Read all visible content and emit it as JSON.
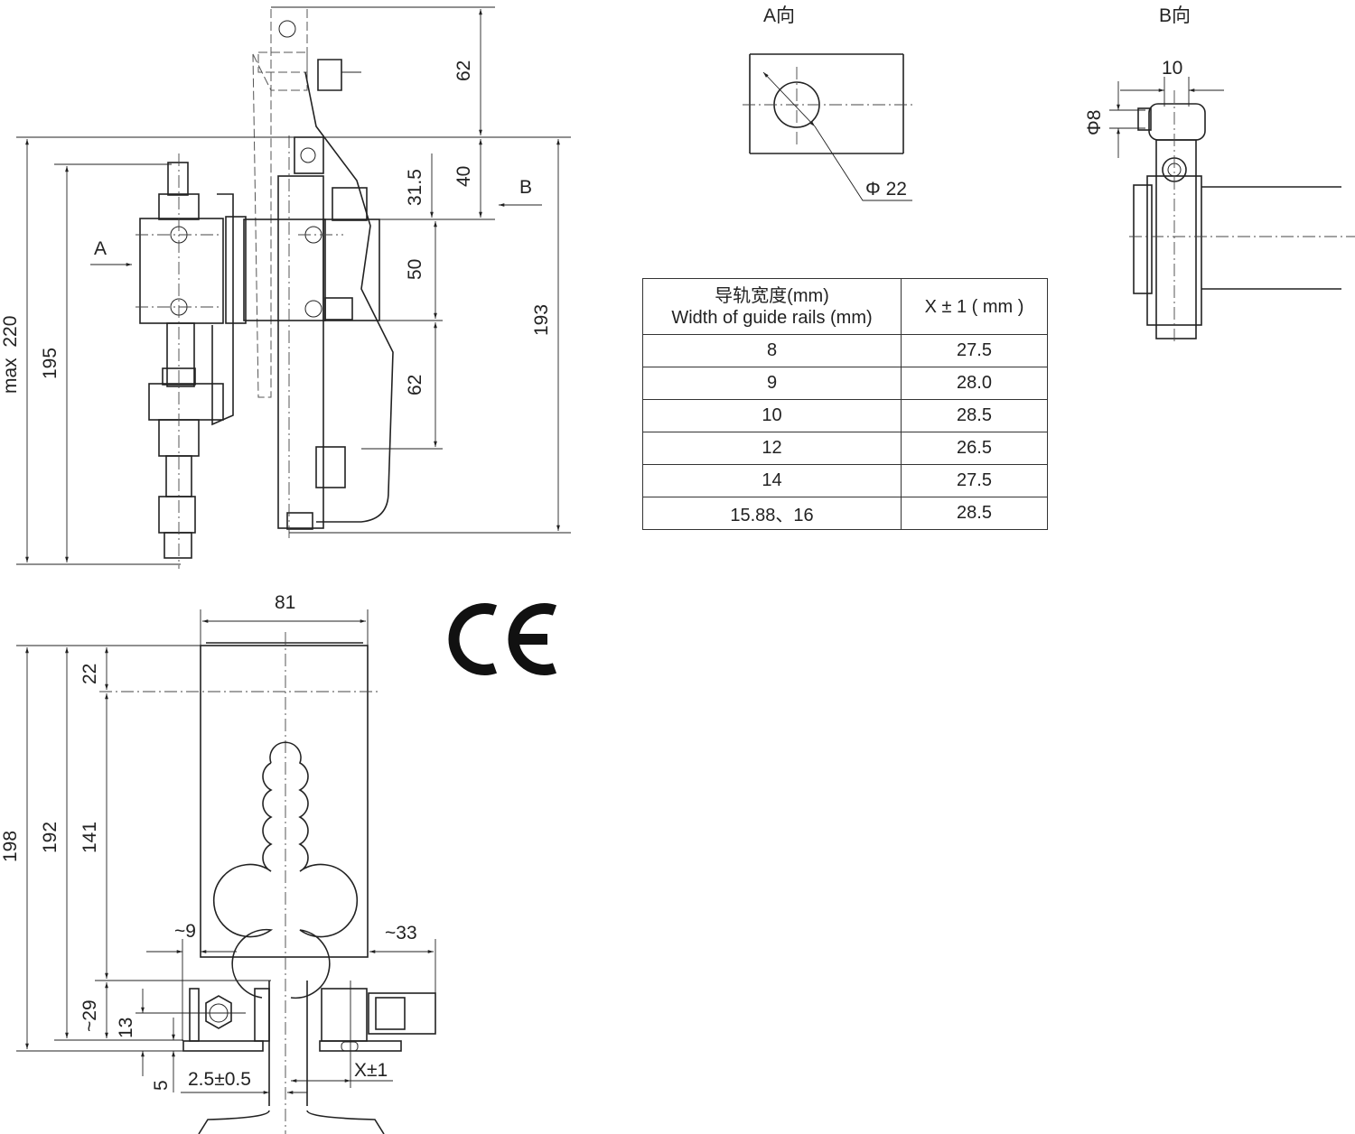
{
  "views": {
    "view_a_label": "A向",
    "view_b_label": "B向",
    "view_a_diameter": "Φ 22",
    "view_b_width": "10",
    "view_b_diameter": "Φ8"
  },
  "side_view": {
    "arrow_a": "A",
    "arrow_b": "B",
    "dim_top_62": "62",
    "dim_40": "40",
    "dim_31_5": "31.5",
    "dim_50": "50",
    "dim_62": "62",
    "dim_193": "193",
    "dim_195": "195",
    "dim_max_220": "max  220"
  },
  "front_view": {
    "dim_81": "81",
    "dim_22": "22",
    "dim_198": "198",
    "dim_192": "192",
    "dim_141": "141",
    "dim_9": "~9",
    "dim_33": "~33",
    "dim_29": "~29",
    "dim_13": "13",
    "dim_5": "5",
    "dim_gap": "2.5±0.5",
    "dim_x": "X±1"
  },
  "ce_mark": "CE",
  "table": {
    "header": {
      "col1_cn": "导轨宽度(mm)",
      "col1_en": "Width of guide rails (mm)",
      "col2": "X ± 1 ( mm )"
    },
    "rows": [
      {
        "width": "8",
        "x": "27.5"
      },
      {
        "width": "9",
        "x": "28.0"
      },
      {
        "width": "10",
        "x": "28.5"
      },
      {
        "width": "12",
        "x": "26.5"
      },
      {
        "width": "14",
        "x": "27.5"
      },
      {
        "width": "15.88、16",
        "x": "28.5"
      }
    ]
  }
}
